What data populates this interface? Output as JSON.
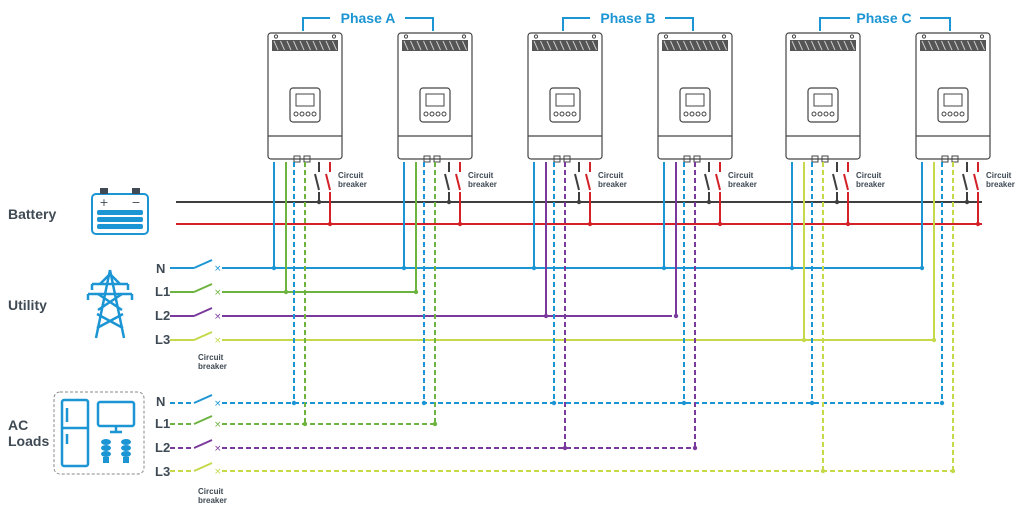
{
  "phases": [
    {
      "label": "Phase A"
    },
    {
      "label": "Phase B"
    },
    {
      "label": "Phase C"
    }
  ],
  "sources": {
    "battery": "Battery",
    "utility": "Utility",
    "ac_loads_line1": "AC",
    "ac_loads_line2": "Loads"
  },
  "utility_lines": [
    "N",
    "L1",
    "L2",
    "L3"
  ],
  "load_lines": [
    "N",
    "L1",
    "L2",
    "L3"
  ],
  "breaker_text": {
    "line1": "Circuit",
    "line2": "breaker"
  },
  "colors": {
    "phase_accent": "#1b95d3",
    "neutral": "#1b95d3",
    "l1": "#6db33f",
    "l2": "#7a3a9c",
    "l3": "#c5d94a",
    "battery_pos": "#d42027",
    "battery_neg": "#3f3f3f",
    "text": "#3f4a54",
    "icon": "#1b95d3"
  },
  "icons": {
    "battery": "battery-icon",
    "utility": "transmission-tower-icon",
    "loads": "home-appliances-icon",
    "inverter": "inverter-icon"
  }
}
